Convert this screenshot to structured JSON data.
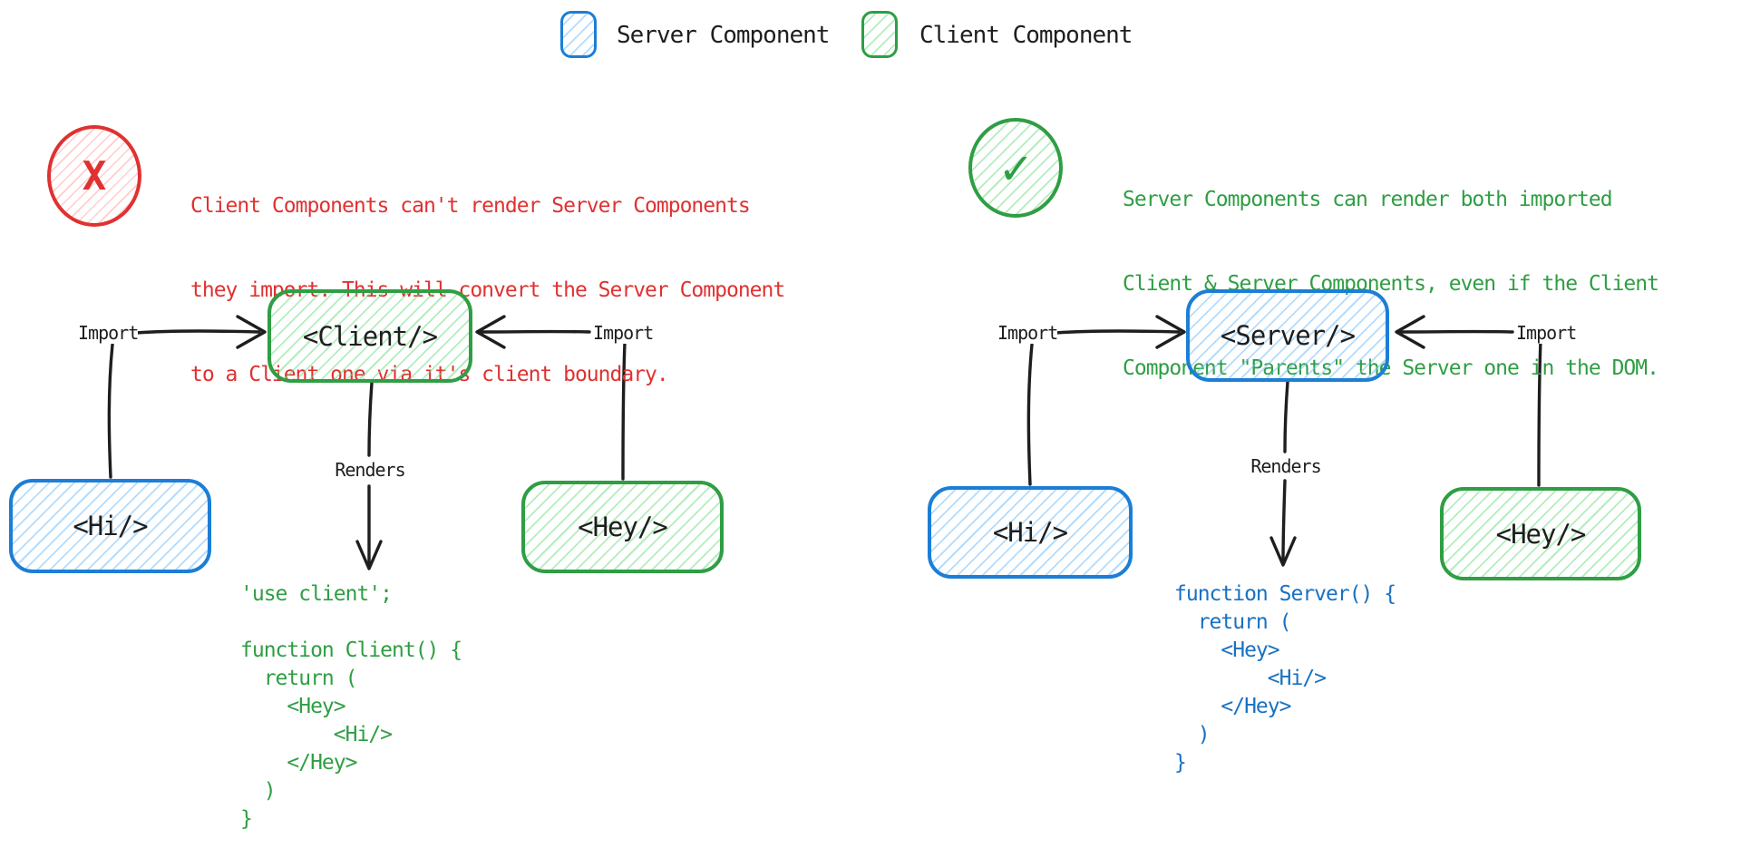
{
  "legend": {
    "server": {
      "label": "Server Component"
    },
    "client": {
      "label": "Client Component"
    }
  },
  "annotations": {
    "negative": {
      "mark": "X",
      "line1": "Client Components can't render Server Components",
      "line2": "they import. This will convert the Server Component",
      "line3": "to a Client one via it's client boundary."
    },
    "positive": {
      "mark": "✓",
      "line1": "Server Components can render both imported",
      "line2": "Client & Server Components, even if the Client",
      "line3": "Component \"Parents\" the Server one in the DOM."
    }
  },
  "left_diagram": {
    "import_left": "Import",
    "import_right": "Import",
    "renders_label": "Renders",
    "root_box_label": "<Client/>",
    "hi_box_label": "<Hi/>",
    "hey_box_label": "<Hey/>",
    "code": "'use client';\n\nfunction Client() {\n  return (\n    <Hey>\n        <Hi/>\n    </Hey>\n  )\n}"
  },
  "right_diagram": {
    "import_left": "Import",
    "import_right": "Import",
    "renders_label": "Renders",
    "root_box_label": "<Server/>",
    "hi_box_label": "<Hi/>",
    "hey_box_label": "<Hey/>",
    "code": "function Server() {\n  return (\n    <Hey>\n        <Hi/>\n    </Hey>\n  )\n}"
  },
  "colors": {
    "blue_stroke": "#1c7ed6",
    "blue_code": "#1971c2",
    "green_stroke": "#2f9e44",
    "red_stroke": "#e03131",
    "ink": "#1e1e1e"
  }
}
